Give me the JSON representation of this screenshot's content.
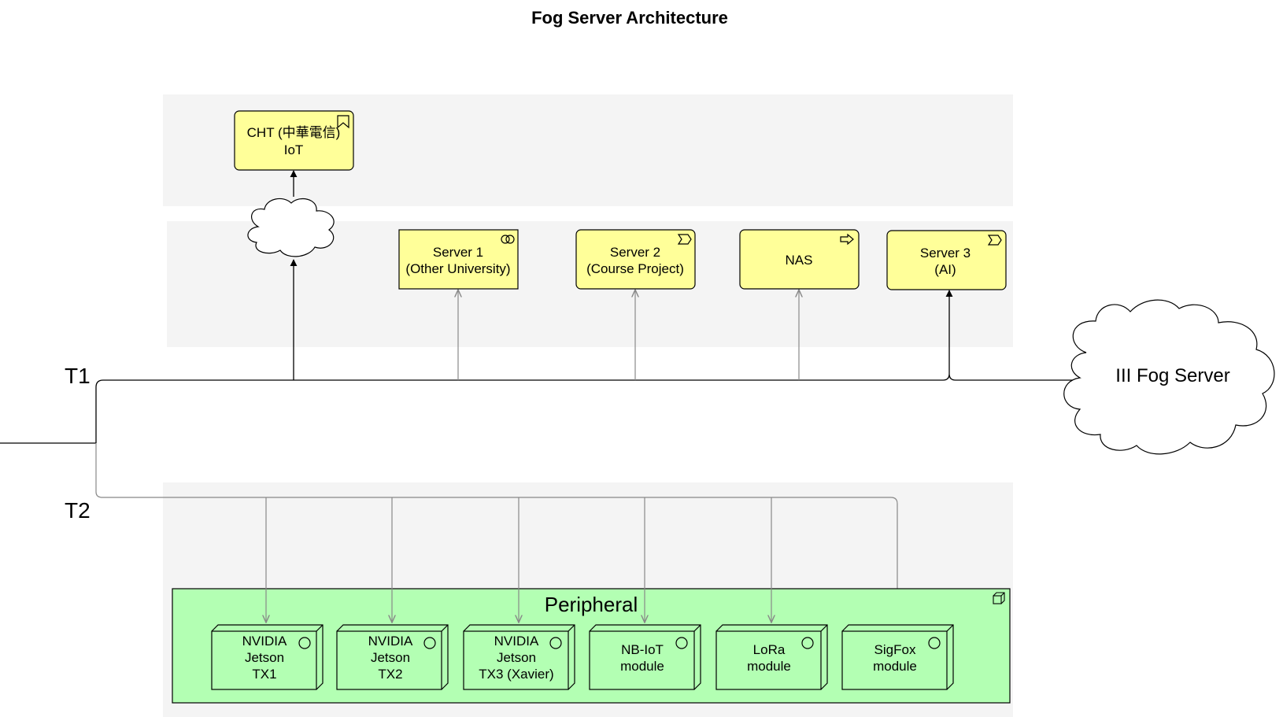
{
  "title": "Fog Server Architecture",
  "colors": {
    "layer_bg": "#f4f4f4",
    "node_fill": "#ffff99",
    "peripheral_fill": "#b3ffb3",
    "line_dark": "#000000",
    "line_gray": "#888888"
  },
  "buses": {
    "t1": "T1",
    "t2": "T2"
  },
  "cloud_fog": {
    "label": "III Fog Server"
  },
  "top_node": {
    "line1": "CHT (中華電信)",
    "line2": "IoT",
    "icon": "bookmark-icon"
  },
  "servers": [
    {
      "line1": "Server 1",
      "line2": "(Other University)",
      "icon": "interaction-icon"
    },
    {
      "line1": "Server 2",
      "line2": "(Course Project)",
      "icon": "event-icon"
    },
    {
      "line1": "NAS",
      "line2": "",
      "icon": "arrow-right-icon"
    },
    {
      "line1": "Server 3",
      "line2": "(AI)",
      "icon": "event-icon"
    }
  ],
  "peripheral": {
    "label": "Peripheral",
    "icon": "cube-icon",
    "devices": [
      {
        "lines": [
          "NVIDIA",
          "Jetson",
          "TX1"
        ]
      },
      {
        "lines": [
          "NVIDIA",
          "Jetson",
          "TX2"
        ]
      },
      {
        "lines": [
          "NVIDIA",
          "Jetson",
          "TX3  (Xavier)"
        ]
      },
      {
        "lines": [
          "NB-IoT",
          "module"
        ]
      },
      {
        "lines": [
          "LoRa",
          "module"
        ]
      },
      {
        "lines": [
          "SigFox",
          "module"
        ]
      }
    ]
  }
}
